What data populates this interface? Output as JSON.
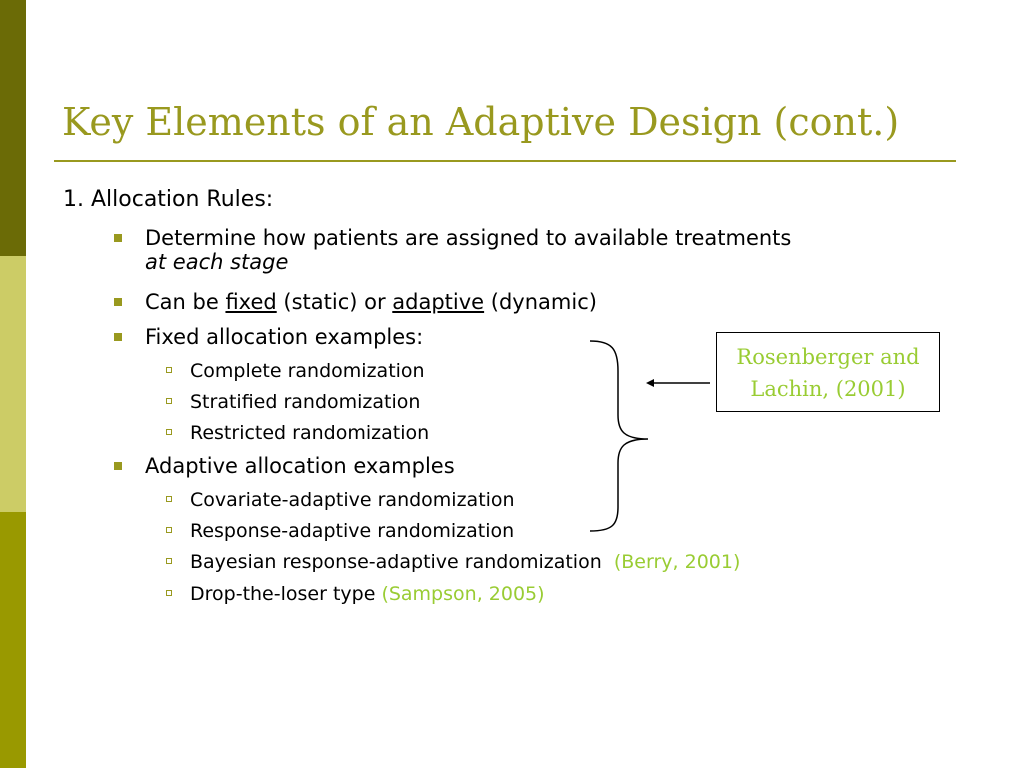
{
  "slide": {
    "title": "Key Elements of an Adaptive Design (cont.)",
    "heading": "1. Allocation Rules:",
    "bullets": {
      "determine_line1": "Determine how patients are assigned to available treatments",
      "determine_line2": "at each stage",
      "canbe_prefix": "Can be ",
      "canbe_fixed": "fixed",
      "canbe_mid": " (static) or ",
      "canbe_adaptive": "adaptive",
      "canbe_suffix": " (dynamic)",
      "fixed_examples": "Fixed allocation examples:",
      "adaptive_examples": "Adaptive allocation examples"
    },
    "fixed_items": [
      "Complete randomization",
      "Stratified randomization",
      "Restricted randomization"
    ],
    "adaptive_items": [
      "Covariate-adaptive randomization",
      "Response-adaptive randomization"
    ],
    "bayesian": {
      "text": "Bayesian response-adaptive randomization",
      "cite": "(Berry, 2001)"
    },
    "droploser": {
      "text": "Drop-the-loser type",
      "cite": "(Sampson, 2005)"
    },
    "reference": {
      "line1": "Rosenberger and",
      "line2": "Lachin, (2001)"
    }
  },
  "colors": {
    "accent": "#99991f",
    "citation": "#99cc33",
    "sidebar_top": "#6b6b06",
    "sidebar_mid": "#cccc66",
    "sidebar_bottom": "#999900"
  },
  "icons": {
    "level1_bullet": "filled-square",
    "level2_bullet": "hollow-square",
    "arrow": "left-arrow",
    "brace": "right-curly-brace"
  }
}
